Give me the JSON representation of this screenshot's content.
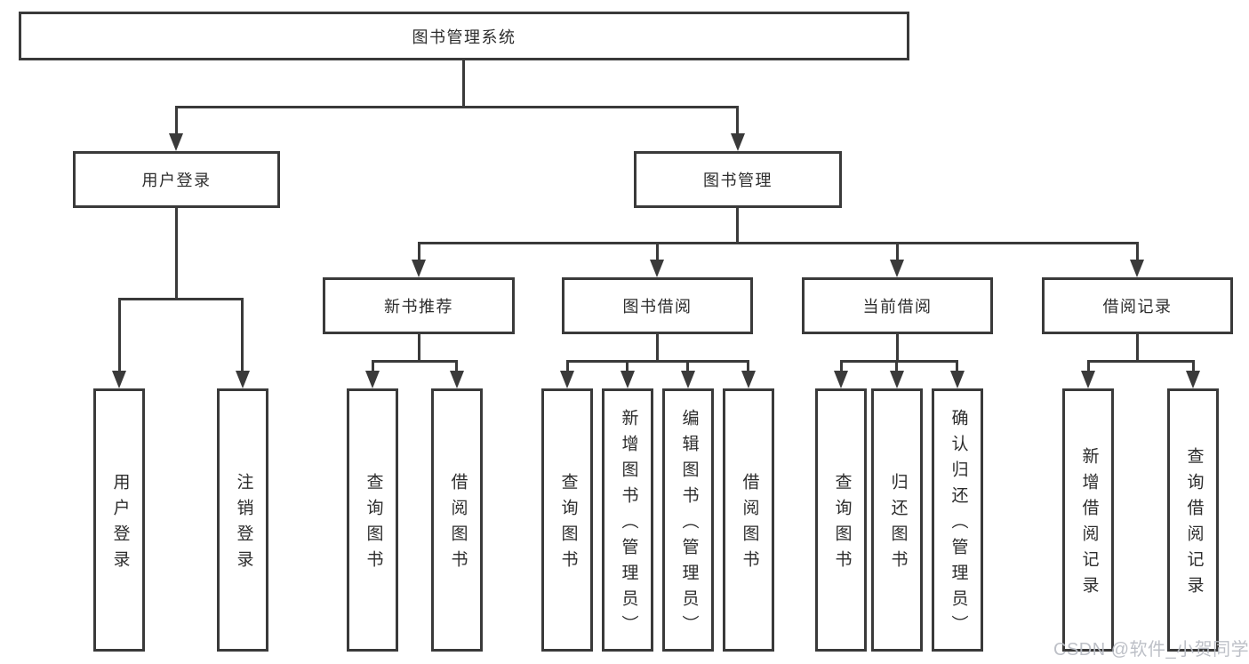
{
  "diagram": {
    "root": {
      "label": "图书管理系统"
    },
    "level2": [
      {
        "id": "user-login",
        "label": "用户登录",
        "parent": "图书管理系统"
      },
      {
        "id": "book-management",
        "label": "图书管理",
        "parent": "图书管理系统"
      }
    ],
    "level3": [
      {
        "id": "new-book-recommend",
        "label": "新书推荐",
        "parent": "图书管理"
      },
      {
        "id": "book-borrow",
        "label": "图书借阅",
        "parent": "图书管理"
      },
      {
        "id": "current-borrow",
        "label": "当前借阅",
        "parent": "图书管理"
      },
      {
        "id": "borrow-records",
        "label": "借阅记录",
        "parent": "图书管理"
      }
    ],
    "leaves": [
      {
        "label": "用户登录",
        "parent": "用户登录"
      },
      {
        "label": "注销登录",
        "parent": "用户登录"
      },
      {
        "label": "查询图书",
        "parent": "新书推荐"
      },
      {
        "label": "借阅图书",
        "parent": "新书推荐"
      },
      {
        "label": "查询图书",
        "parent": "图书借阅"
      },
      {
        "label": "新增图书（管理员）",
        "parent": "图书借阅"
      },
      {
        "label": "编辑图书（管理员）",
        "parent": "图书借阅"
      },
      {
        "label": "借阅图书",
        "parent": "图书借阅"
      },
      {
        "label": "查询图书",
        "parent": "当前借阅"
      },
      {
        "label": "归还图书",
        "parent": "当前借阅"
      },
      {
        "label": "确认归还（管理员）",
        "parent": "当前借阅"
      },
      {
        "label": "新增借阅记录",
        "parent": "借阅记录"
      },
      {
        "label": "查询借阅记录",
        "parent": "借阅记录"
      }
    ]
  },
  "watermark": {
    "text": "CSDN @软件_小贺同学"
  },
  "colors": {
    "line": "#3a3a3a",
    "box_border": "#3a3a3a",
    "text": "#2d2d2d",
    "watermark": "#b9bdc4",
    "background": "#ffffff"
  }
}
